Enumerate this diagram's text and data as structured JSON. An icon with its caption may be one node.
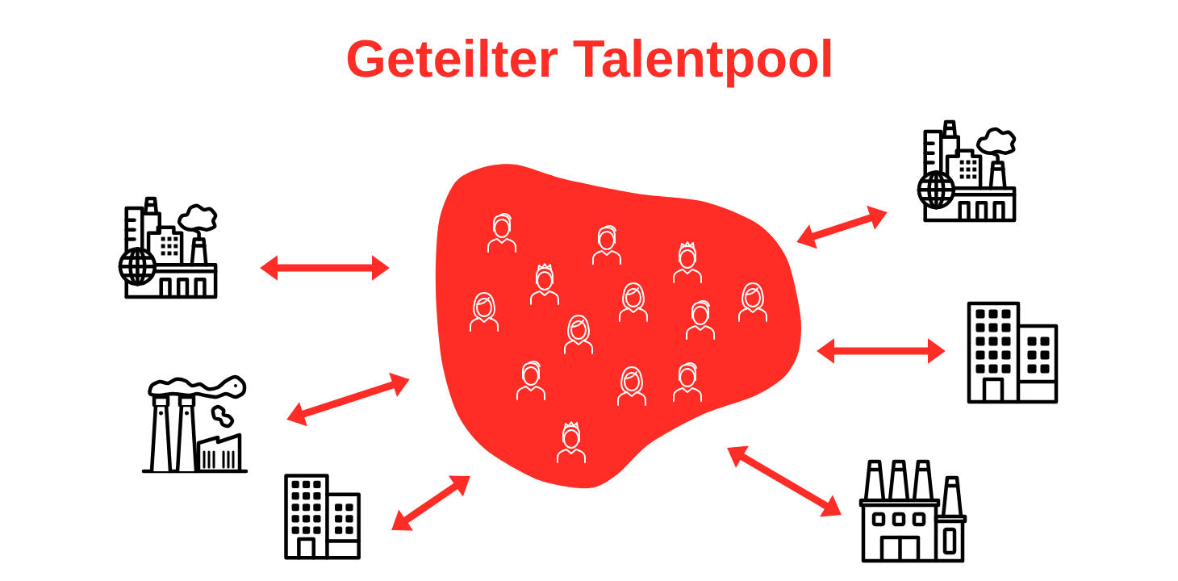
{
  "diagram": {
    "title": "Geteilter Talentpool",
    "nodes": [
      {
        "text": [],
        "shape": "blob"
      },
      {
        "text": [],
        "shape": "factory"
      },
      {
        "text": [],
        "shape": "factory"
      },
      {
        "text": [],
        "shape": "building"
      },
      {
        "text": [],
        "shape": "factory"
      },
      {
        "text": [],
        "shape": "building"
      },
      {
        "text": [],
        "shape": "factory"
      }
    ],
    "edges": [
      {
        "from": 1,
        "to": 0,
        "arrow": "both"
      },
      {
        "from": 2,
        "to": 0,
        "arrow": "both"
      },
      {
        "from": 3,
        "to": 0,
        "arrow": "both"
      },
      {
        "from": 4,
        "to": 0,
        "arrow": "both"
      },
      {
        "from": 5,
        "to": 0,
        "arrow": "both"
      },
      {
        "from": 6,
        "to": 0,
        "arrow": "both"
      }
    ]
  }
}
